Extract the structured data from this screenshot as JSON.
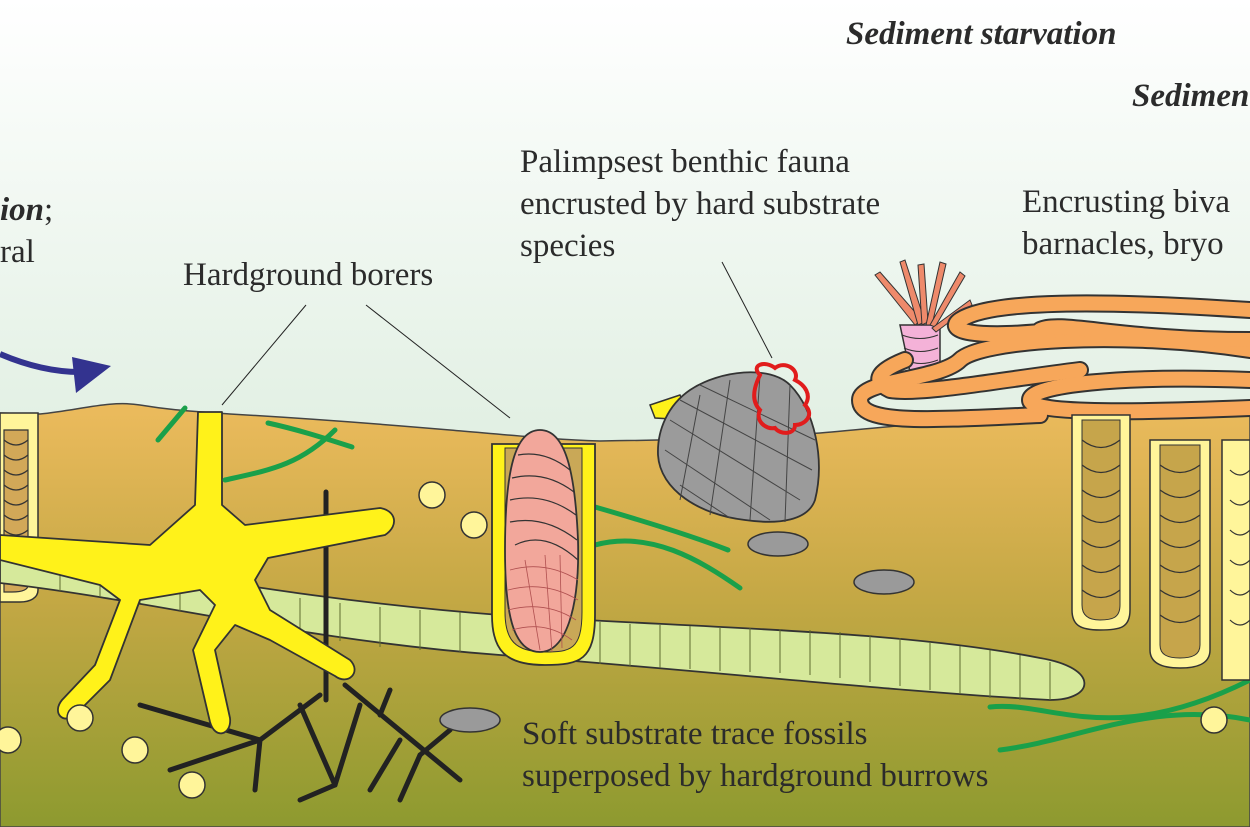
{
  "labels": {
    "sediment_starvation": "Sediment starvation",
    "sediment_cut": "Sedimen",
    "left_italic": "ion",
    "left_semicolon": ";",
    "left_line2": "ral",
    "hardground_borers": "Hardground borers",
    "palimpsest_line1": "Palimpsest benthic fauna",
    "palimpsest_line2": "encrusted by hard substrate",
    "palimpsest_line3": "species",
    "encrusting_line1": "Encrusting biva",
    "encrusting_line2": "barnacles, bryo",
    "soft_line1": "Soft substrate trace fossils",
    "soft_line2": "superposed by hardground burrows"
  },
  "colors": {
    "water_top": "#ffffff",
    "water_bottom": "#c9e3cd",
    "sediment_top": "#e9b85a",
    "sediment_bottom": "#8c9a2e",
    "borer": "#fff21a",
    "burrow": "#d6e99b",
    "encruster": "#f7a75a",
    "green_trace": "#1aa04a",
    "arrow": "#33338f",
    "pebble": "#9a9a9a",
    "shell": "#9b9b9b",
    "bivalve_in_boring": "#f2a79b",
    "serpulid_red": "#e11c1c"
  }
}
